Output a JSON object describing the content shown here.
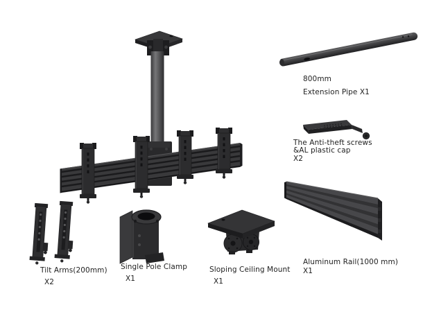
{
  "figure": {
    "type": "product-parts-diagram",
    "background": "#ffffff",
    "colors": {
      "part_dark": "#232325",
      "part_mid": "#2e2e30",
      "part_light": "#3a3a3c",
      "pole_highlight": "#737375",
      "text": "#1f1f1f"
    }
  },
  "labels": {
    "extension_pipe": {
      "size": "800mm",
      "name": "Extension Pipe X1"
    },
    "anti_theft": {
      "line1": "The Anti-theft screws",
      "line2": "&AL plastic cap",
      "qty": "X2"
    },
    "tilt_arms": {
      "name": "Tilt Arms(200mm)",
      "qty": "X2"
    },
    "single_pole_clamp": {
      "name": "Single Pole Clamp",
      "qty": "X1"
    },
    "sloping_ceiling_mount": {
      "name": "Sloping Ceiling Mount",
      "qty": "X1"
    },
    "aluminum_rail": {
      "name": "Aluminum Rail(1000 mm)",
      "qty": "X1"
    }
  }
}
